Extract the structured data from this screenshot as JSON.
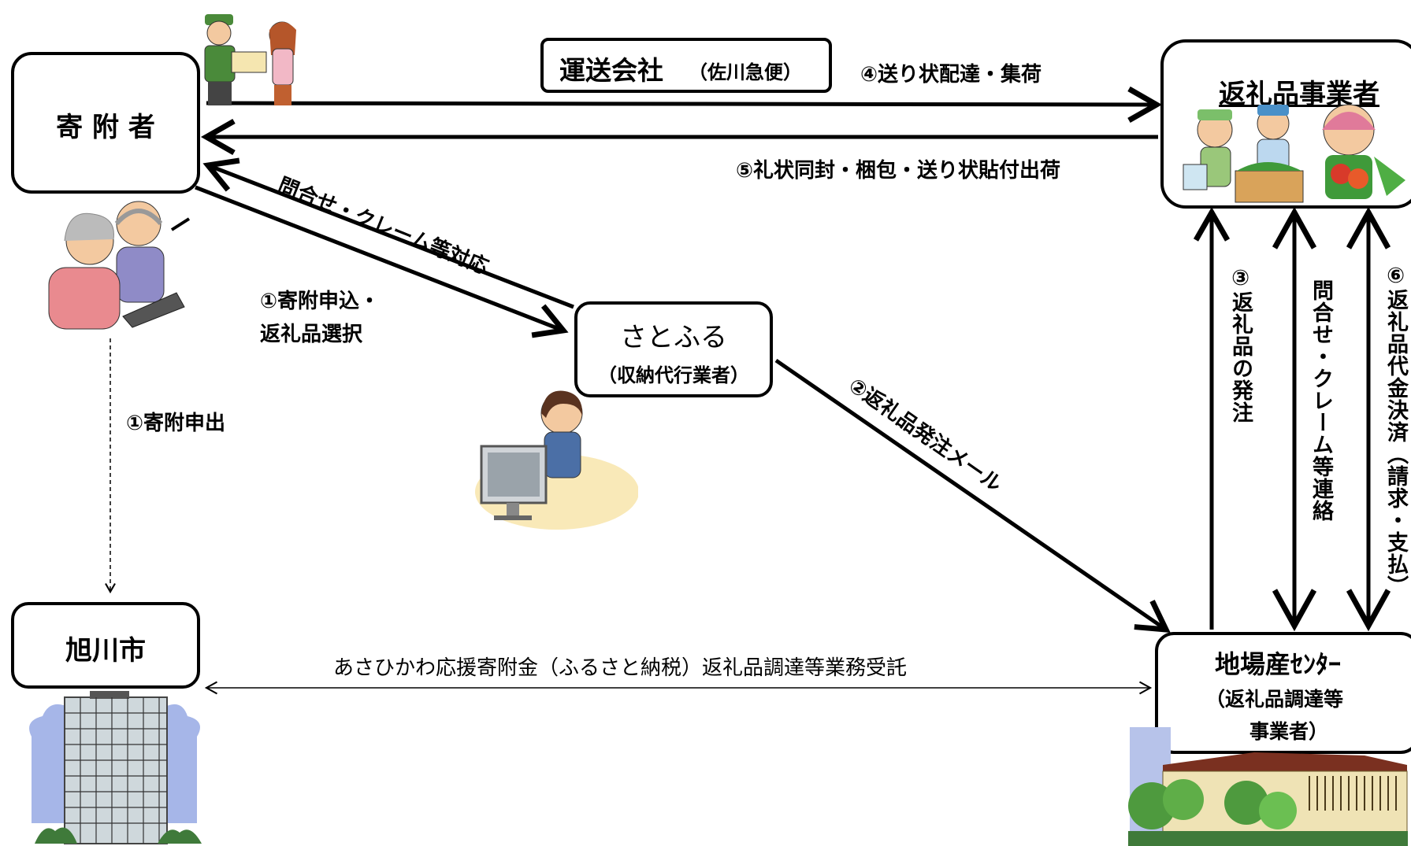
{
  "nodes": {
    "donor": "寄 附 者",
    "city": "旭川市",
    "satofuru_name": "さとふる",
    "satofuru_sub": "（収納代行業者）",
    "shipper_name": "運送会社",
    "shipper_sub": "（佐川急便）",
    "supplier": "返礼品事業者",
    "center_name": "地場産ｾﾝﾀｰ",
    "center_sub1": "（返礼品調達等",
    "center_sub2": "事業者）"
  },
  "labels": {
    "ship_label": "④送り状配達・集荷",
    "pack_label": "⑤礼状同封・梱包・送り状貼付出荷",
    "inquiry_label": "問合せ・クレーム等対応",
    "apply1": "①寄附申込・",
    "apply2": "返礼品選択",
    "submit": "①寄附申出",
    "order_mail": "②返礼品発注メール",
    "order": "③返礼品の発注",
    "contact": "問合せ・クレーム等連絡",
    "payment": "⑥返礼品代金決済（請求・支払）",
    "contract": "あさひかわ応援寄附金（ふるさと納税）返礼品調達等業務受託"
  }
}
